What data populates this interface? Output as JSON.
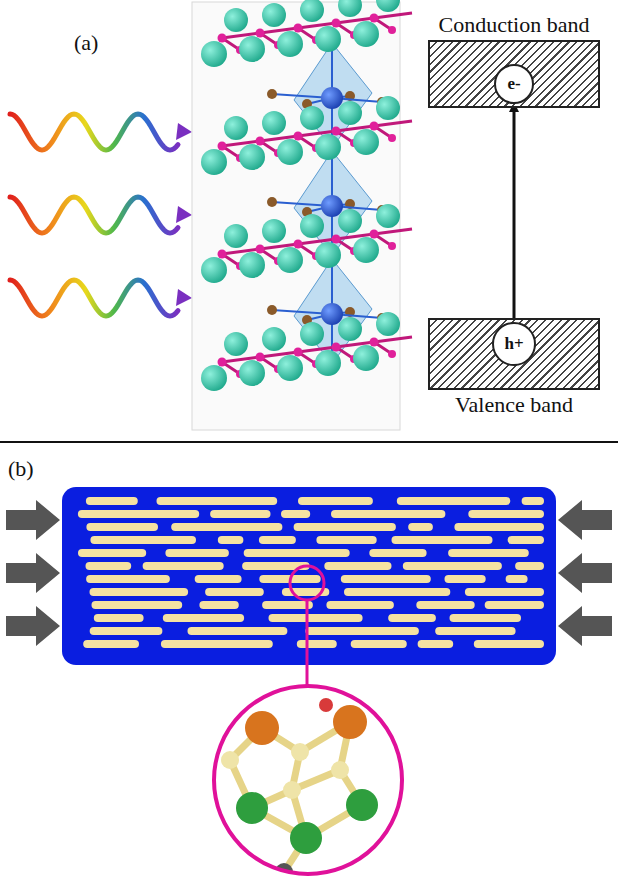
{
  "diagram": {
    "nodes": [
      {
        "text": [
          "Conduction band"
        ]
      },
      {
        "text": [
          "e-"
        ],
        "in": 0
      },
      {
        "text": [
          "Valence band"
        ]
      },
      {
        "text": [
          "h+"
        ],
        "in": 2
      }
    ],
    "edges": [
      {
        "from": 3,
        "to": 1,
        "arrow": "to"
      }
    ],
    "labels": [
      "(a)",
      "(b)"
    ]
  }
}
